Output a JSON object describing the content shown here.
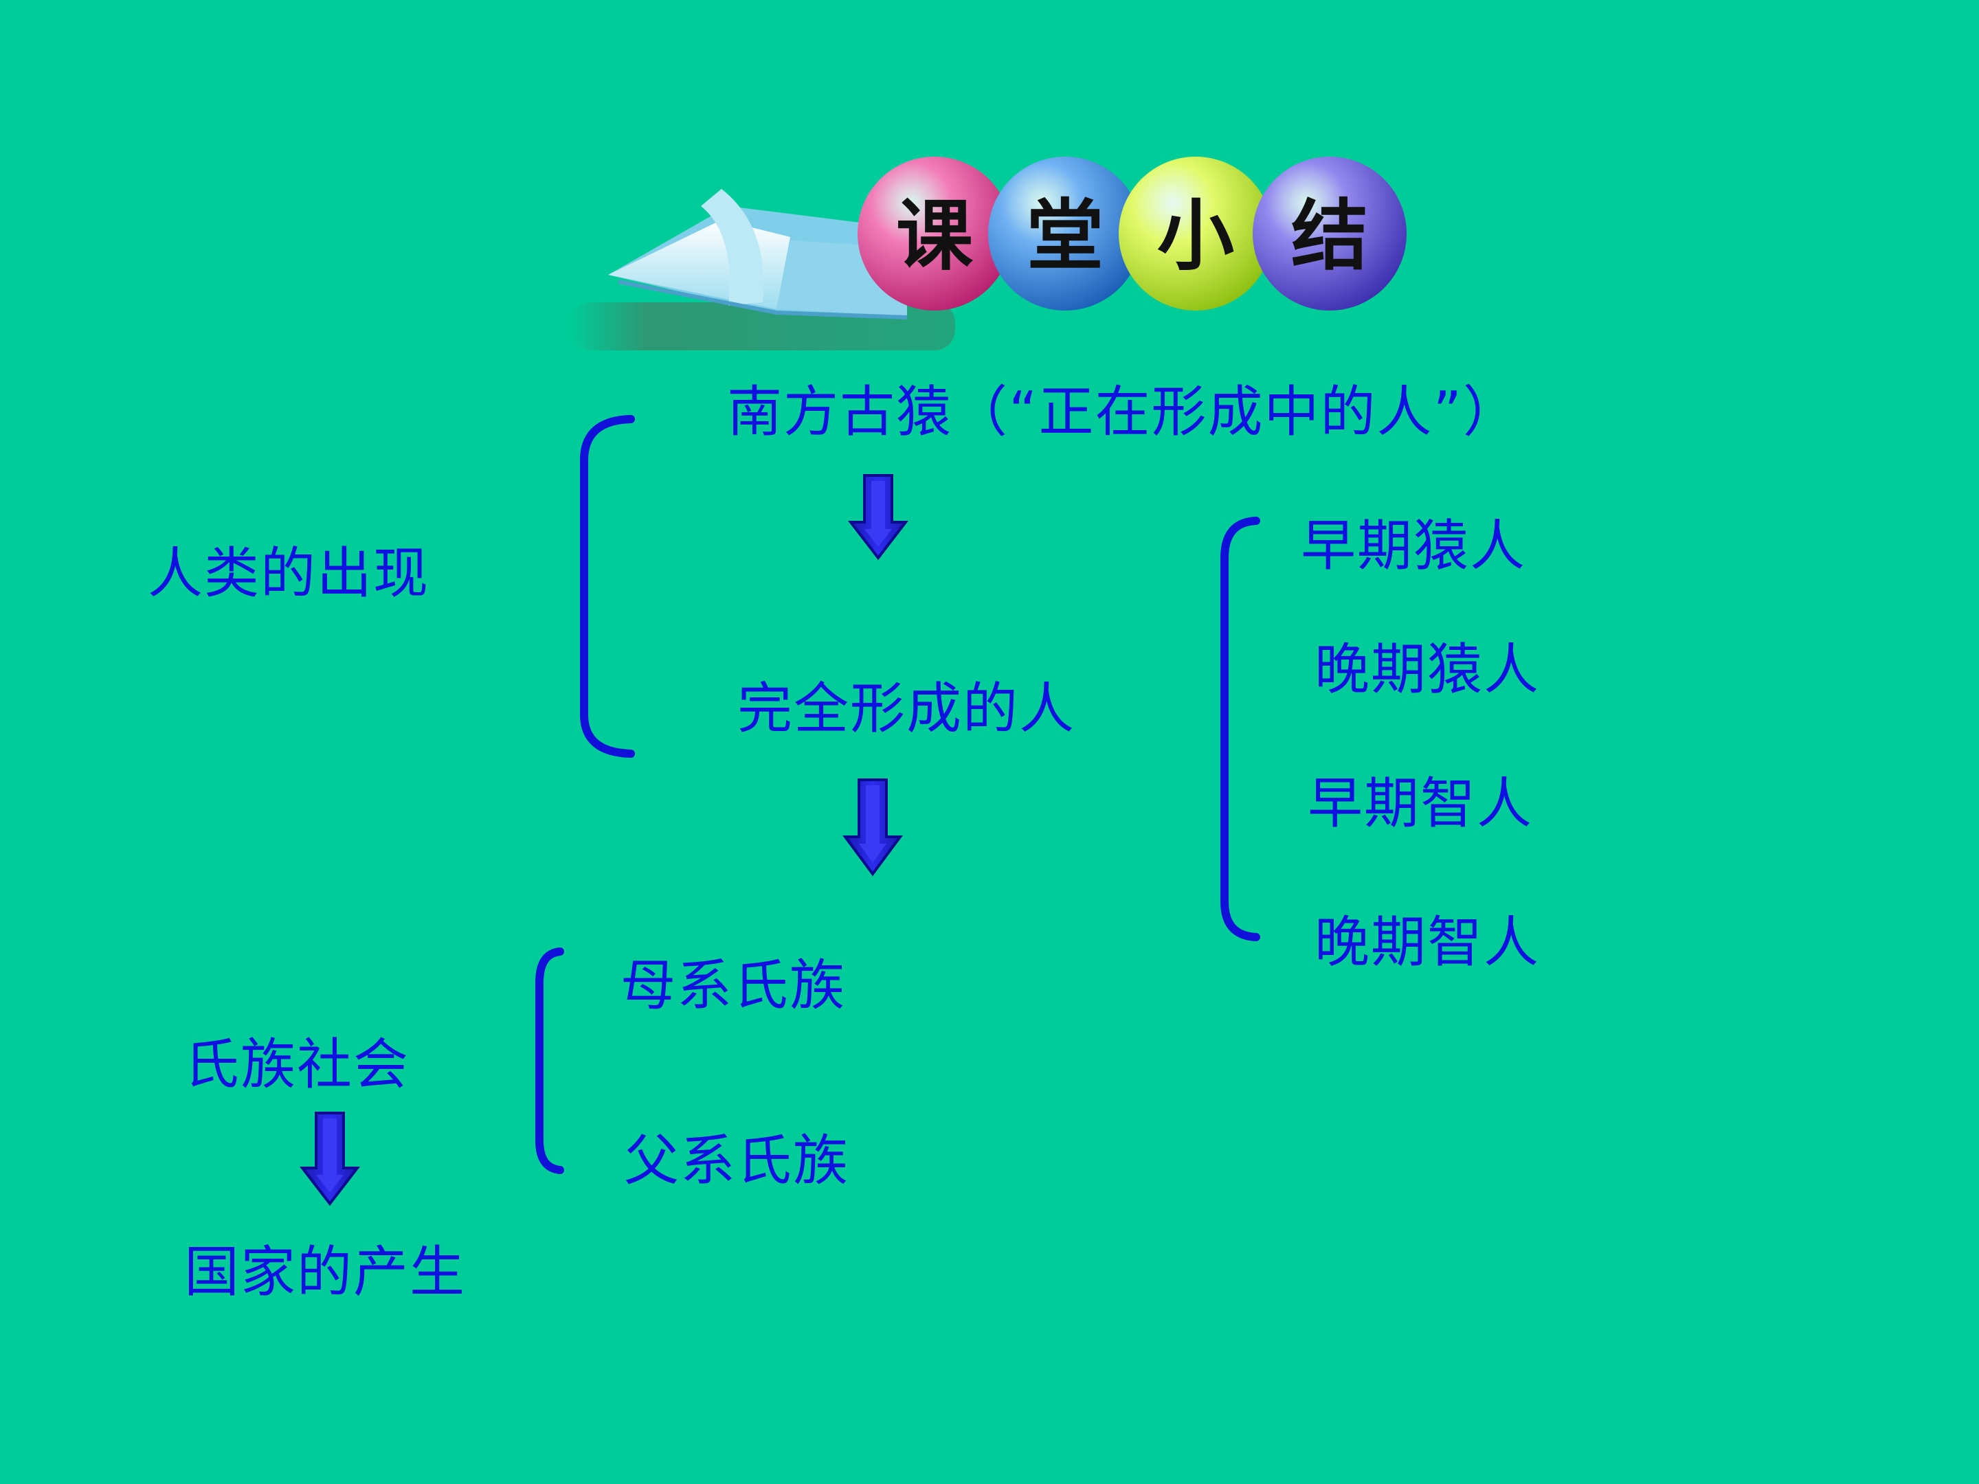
{
  "header": {
    "title_chars": [
      "课",
      "堂",
      "小",
      "结"
    ],
    "ball_colors": [
      "#E8479A",
      "#3C8FE6",
      "#C7F02A",
      "#6C5CE0"
    ]
  },
  "nodes": {
    "human_origin": "人类的出现",
    "australopithecus": "南方古猿（“正在形成中的人”）",
    "fully_formed": "完全形成的人",
    "early_ape_man": "早期猿人",
    "late_ape_man": "晚期猿人",
    "early_homo_sapiens": "早期智人",
    "late_homo_sapiens": "晚期智人",
    "matrilineal_clan": "母系氏族",
    "patrilineal_clan": "父系氏族",
    "clan_society": "氏族社会",
    "state_emergence": "国家的产生"
  },
  "colors": {
    "background": "#00CC99",
    "text": "#1010E0",
    "bracket": "#1010D8"
  }
}
